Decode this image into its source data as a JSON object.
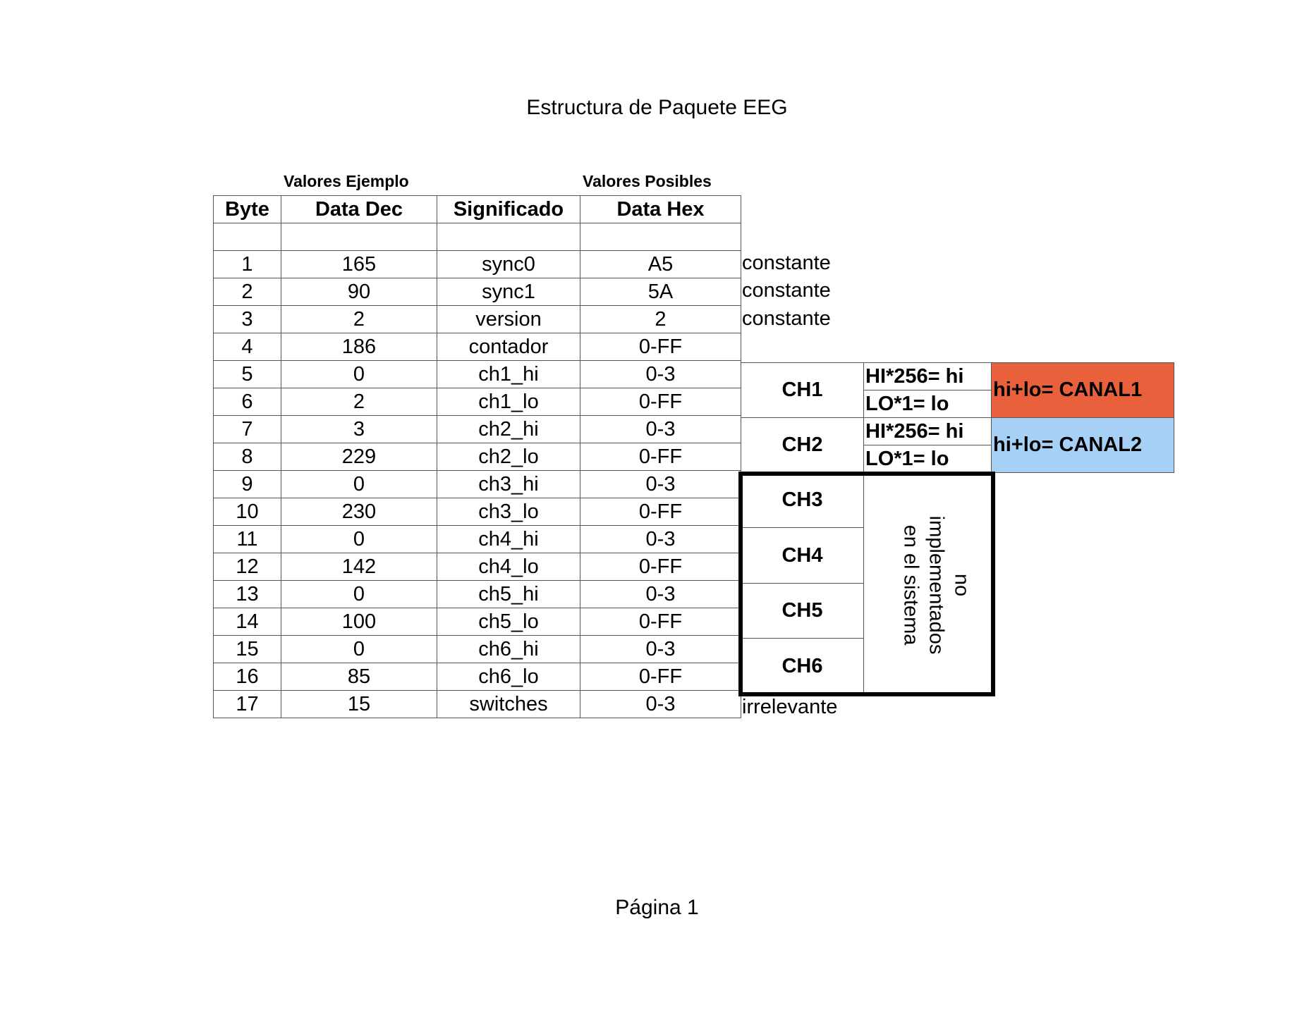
{
  "page": {
    "title": "Estructura de Paquete EEG",
    "footer": "Página 1"
  },
  "labels": {
    "valores_ejemplo": "Valores Ejemplo",
    "valores_posibles": "Valores Posibles"
  },
  "table": {
    "headers": [
      "Byte",
      "Data Dec",
      "Significado",
      "Data Hex"
    ],
    "rows": [
      [
        "",
        "",
        "",
        ""
      ],
      [
        "1",
        "165",
        "sync0",
        "A5"
      ],
      [
        "2",
        "90",
        "sync1",
        "5A"
      ],
      [
        "3",
        "2",
        "version",
        "2"
      ],
      [
        "4",
        "186",
        "contador",
        "0-FF"
      ],
      [
        "5",
        "0",
        "ch1_hi",
        "0-3"
      ],
      [
        "6",
        "2",
        "ch1_lo",
        "0-FF"
      ],
      [
        "7",
        "3",
        "ch2_hi",
        "0-3"
      ],
      [
        "8",
        "229",
        "ch2_lo",
        "0-FF"
      ],
      [
        "9",
        "0",
        "ch3_hi",
        "0-3"
      ],
      [
        "10",
        "230",
        "ch3_lo",
        "0-FF"
      ],
      [
        "11",
        "0",
        "ch4_hi",
        "0-3"
      ],
      [
        "12",
        "142",
        "ch4_lo",
        "0-FF"
      ],
      [
        "13",
        "0",
        "ch5_hi",
        "0-3"
      ],
      [
        "14",
        "100",
        "ch5_lo",
        "0-FF"
      ],
      [
        "15",
        "0",
        "ch6_hi",
        "0-3"
      ],
      [
        "16",
        "85",
        "ch6_lo",
        "0-FF"
      ],
      [
        "17",
        "15",
        "switches",
        "0-3"
      ]
    ]
  },
  "notes": {
    "constante": "constante",
    "irrelevante": "irrelevante"
  },
  "channels": {
    "ch1": "CH1",
    "ch2": "CH2",
    "ch3": "CH3",
    "ch4": "CH4",
    "ch5": "CH5",
    "ch6": "CH6",
    "hi_formula": "HI*256= hi",
    "lo_formula": "LO*1= lo",
    "canal1": "hi+lo= CANAL1",
    "canal2": "hi+lo= CANAL2",
    "not_implemented": "no implementados en el sistema"
  },
  "colors": {
    "canal1_fill": "#e8603c",
    "canal2_fill": "#a6d0f5"
  }
}
